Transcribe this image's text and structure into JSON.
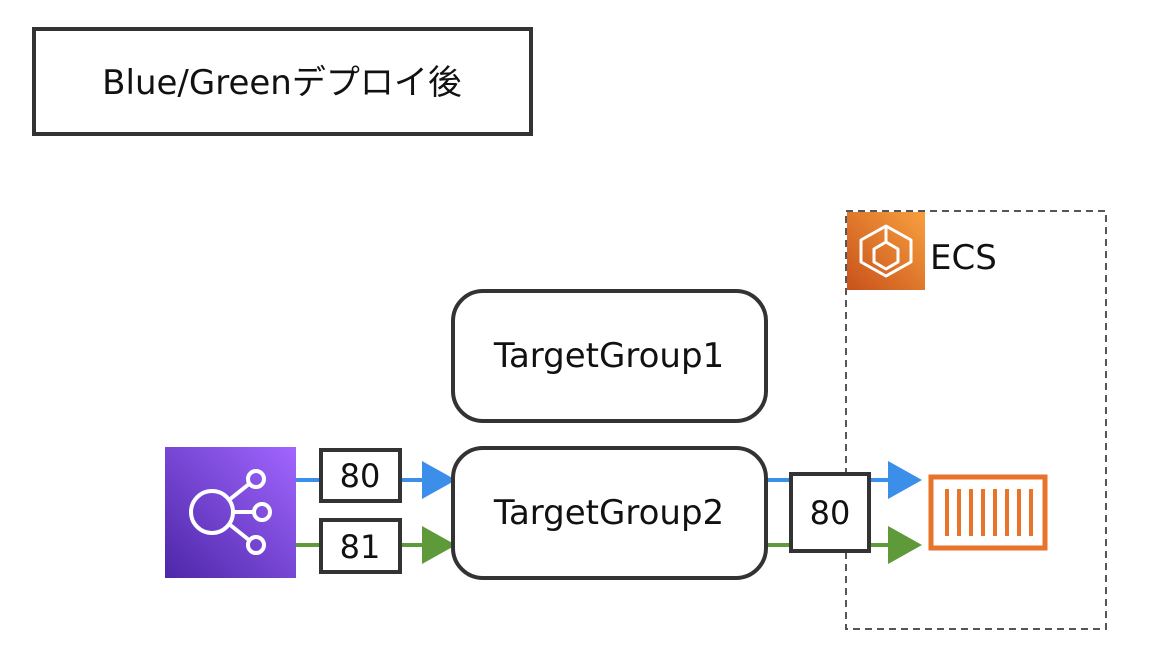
{
  "title": "Blue/Greenデプロイ後",
  "ecs_label": "ECS",
  "target_groups": {
    "tg1": "TargetGroup1",
    "tg2": "TargetGroup2"
  },
  "ports": {
    "lb_blue": "80",
    "lb_green": "81",
    "ecs_port": "80"
  },
  "icons": {
    "load_balancer": "elb-icon",
    "ecs": "ecs-icon",
    "container": "container-icon"
  },
  "colors": {
    "blue_line": "#3b8fe8",
    "green_line": "#5e9a3a",
    "elb_purple": "#7b45d8",
    "ecs_orange": "#e8732a",
    "container_orange": "#e8732a",
    "border_dark": "#333333"
  }
}
